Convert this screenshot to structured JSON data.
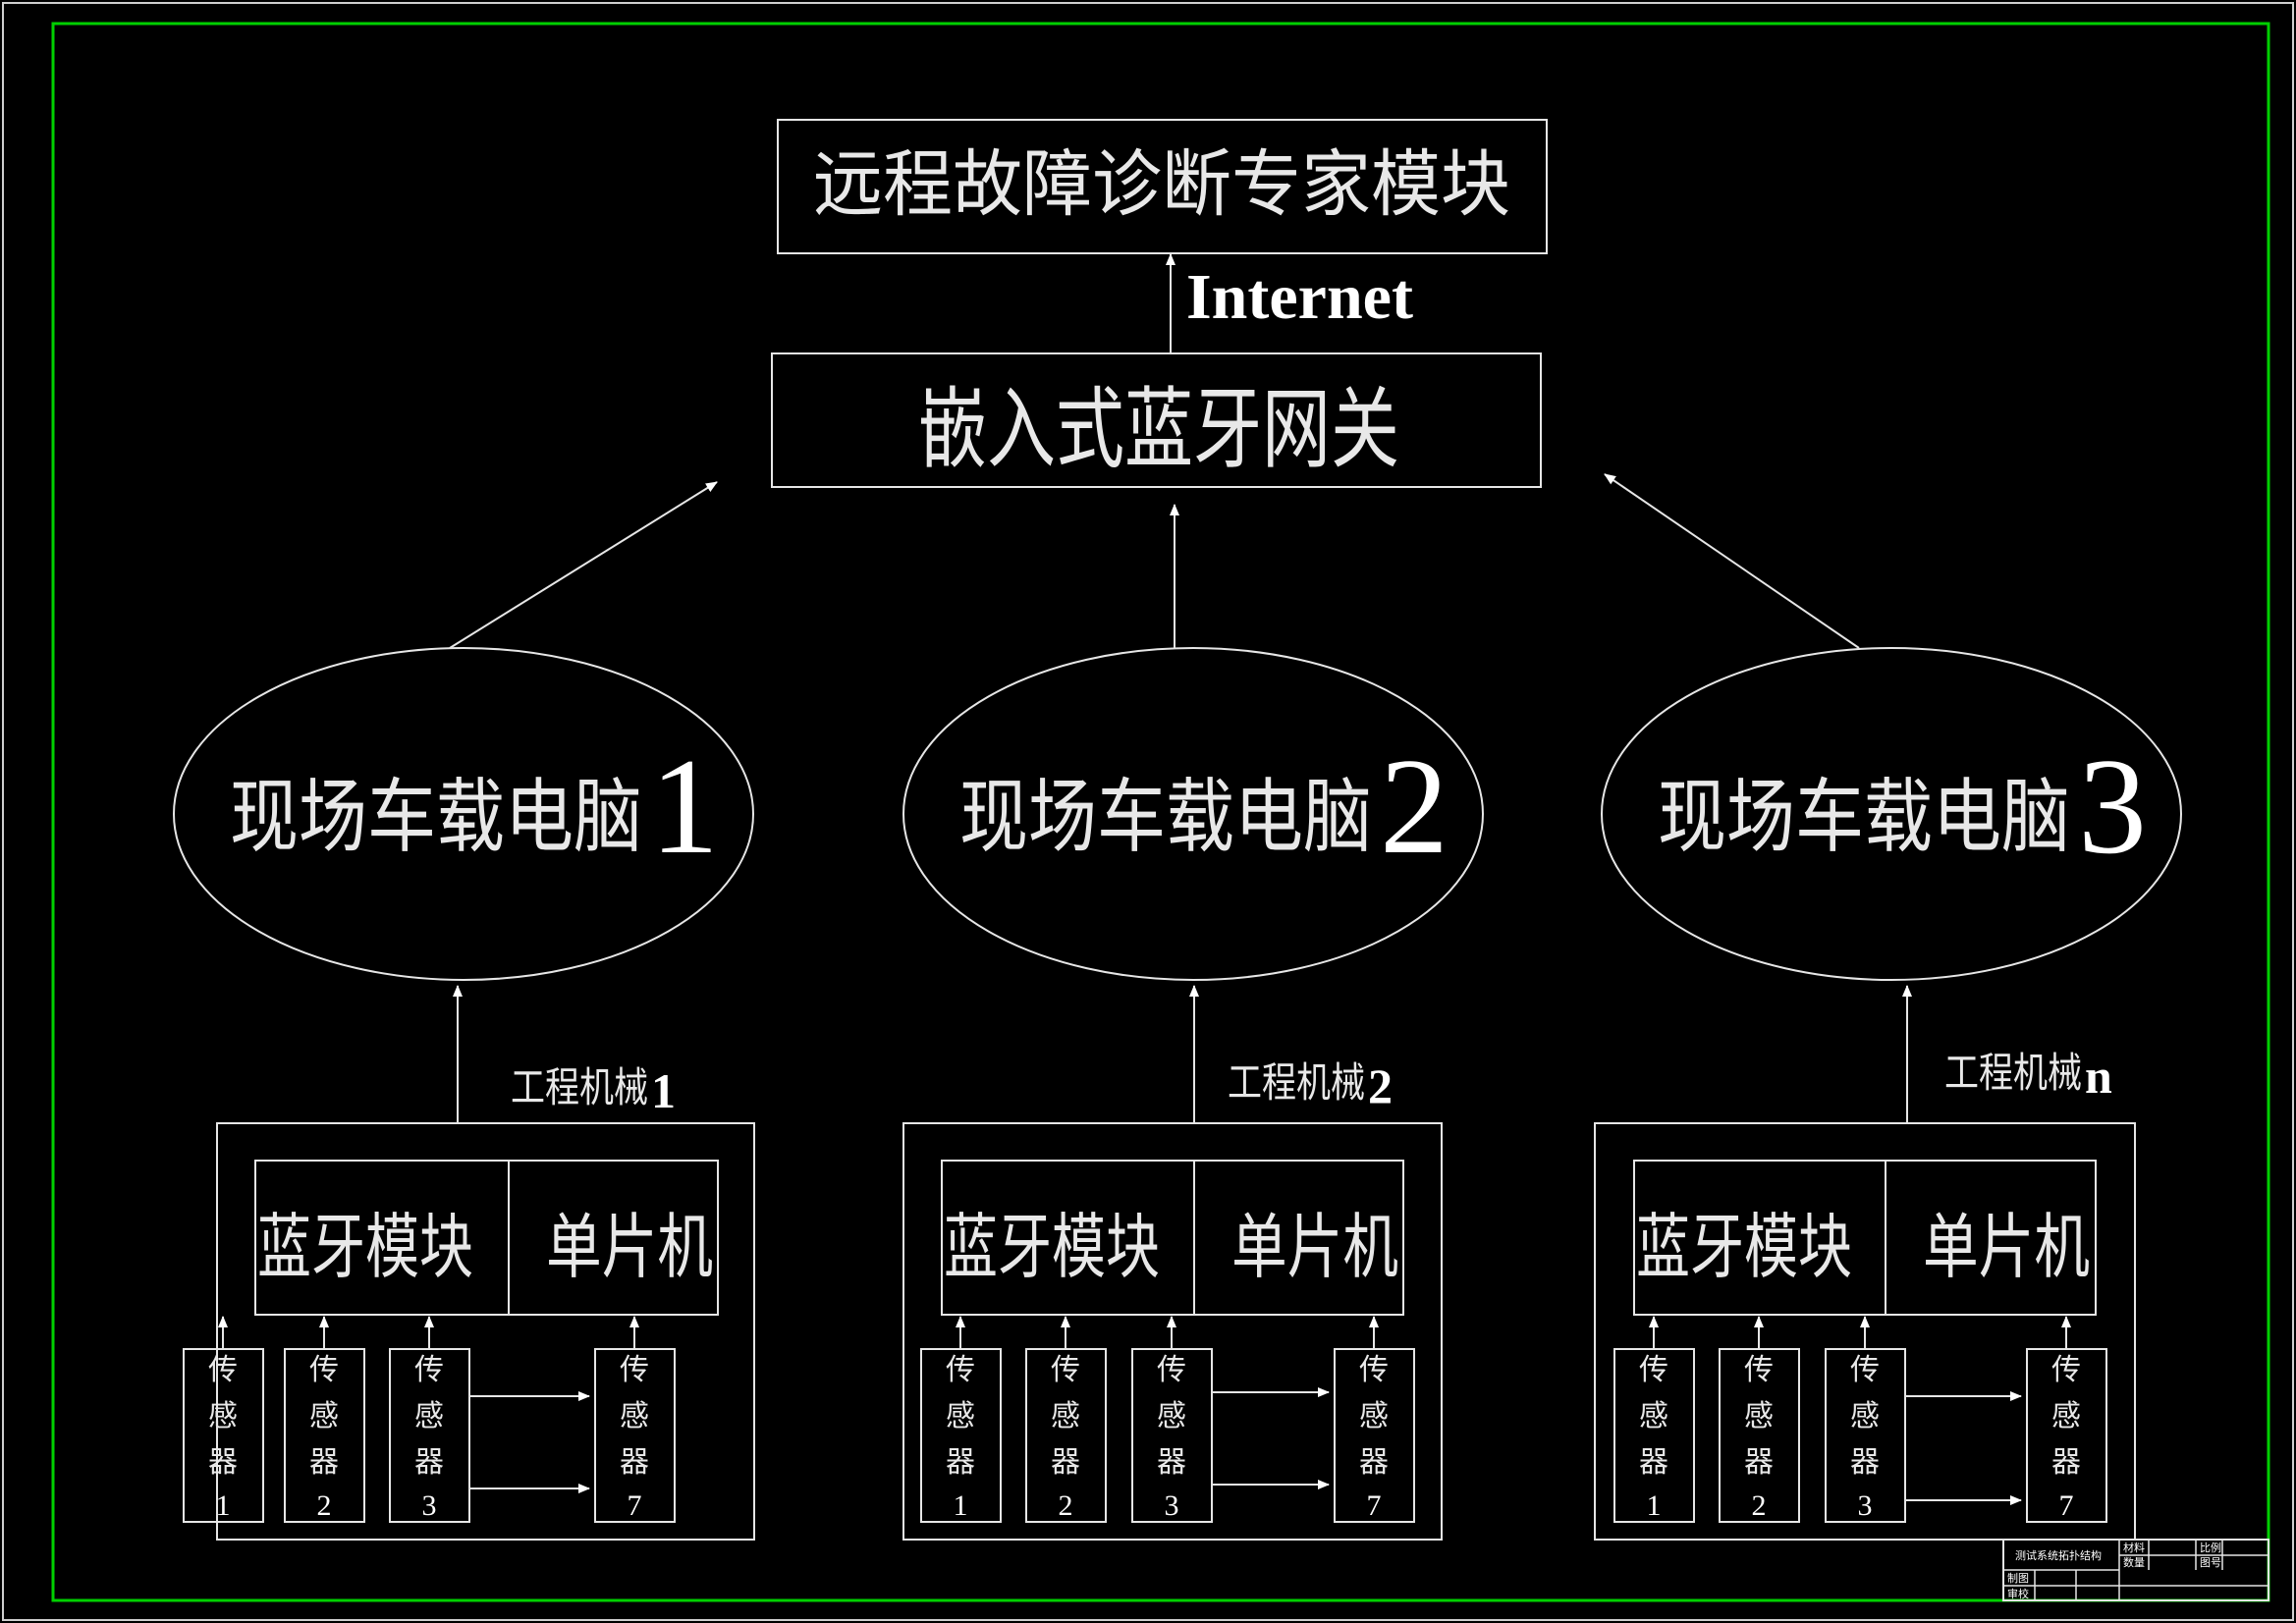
{
  "colors": {
    "background": "#000000",
    "frame": "#00d000",
    "line": "#e6e6e6"
  },
  "top_box": {
    "label": "远程故障诊断专家模块"
  },
  "link_label": "Internet",
  "gateway": {
    "label": "嵌入式蓝牙网关"
  },
  "computers": [
    {
      "label": "现场车载电脑",
      "num": "1"
    },
    {
      "label": "现场车载电脑",
      "num": "2"
    },
    {
      "label": "现场车载电脑",
      "num": "3"
    }
  ],
  "machines": [
    {
      "label": "工程机械",
      "num": "1"
    },
    {
      "label": "工程机械",
      "num": "2"
    },
    {
      "label": "工程机械",
      "num": "n"
    }
  ],
  "bluetooth_module": "蓝牙模块",
  "mcu": "单片机",
  "sensor": {
    "chars": [
      "传",
      "感",
      "器"
    ],
    "numbers": [
      "1",
      "2",
      "3",
      "7"
    ]
  },
  "title_block": {
    "title": "测试系统拓扑结构",
    "material": "材料",
    "quantity": "数量",
    "scale": "比例",
    "drawing_no": "图号",
    "drawn_by": "制图",
    "checked_by": "审校"
  }
}
